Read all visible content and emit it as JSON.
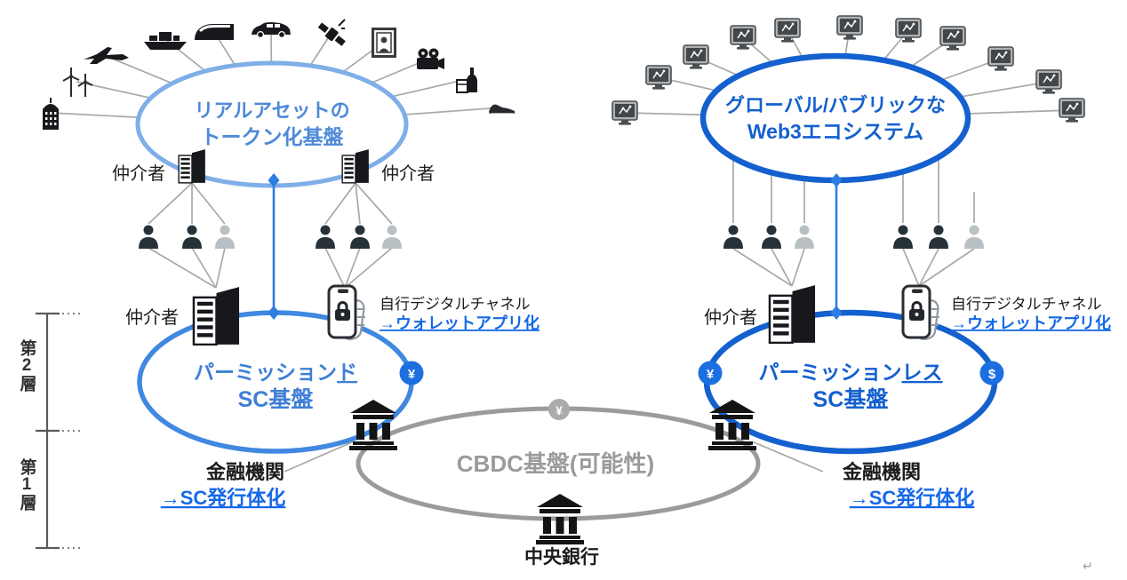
{
  "colors": {
    "light_blue_ellipse": "#7faee8",
    "mid_blue_ellipse": "#4088e0",
    "strong_blue_ellipse": "#1460cf",
    "link_blue": "#1568e8",
    "gray_ellipse": "#9b9b9b",
    "icon_dark": "#17191c",
    "connector_blue": "#2e7de2"
  },
  "ellipses": {
    "real_asset": {
      "line1": "リアルアセットの",
      "line2": "トークン化基盤"
    },
    "web3": {
      "line1": "グローバル/パブリックな",
      "line2": "Web3エコシステム"
    },
    "permissioned": {
      "line1_plain": "パーミッション",
      "line1_em": "ド",
      "line2": "SC基盤"
    },
    "permissionless": {
      "line1_plain": "パーミッション",
      "line1_em": "レス",
      "line2": "SC基盤"
    },
    "cbdc": {
      "title": "CBDC基盤(可能性)"
    }
  },
  "labels": {
    "intermediary": "仲介者",
    "central_bank": "中央銀行",
    "financial_institution": "金融機関",
    "sc_issuance": "→SC発行体化",
    "own_digital_channel": "自行デジタルチャネル",
    "wallet_app": "→ウォレットアプリ化",
    "layer2": "第2層",
    "layer1": "第1層",
    "yen": "¥",
    "dollar": "$",
    "return_mark": "↵"
  },
  "icons": {
    "real_asset_cluster": [
      "city-building-icon",
      "wind-turbine-icon",
      "airplane-icon",
      "cargo-ship-icon",
      "train-icon",
      "car-icon",
      "satellite-icon",
      "painting-icon",
      "movie-camera-icon",
      "wine-icon",
      "sneaker-icon"
    ],
    "web3_cluster": [
      "computer-icon",
      "computer-icon",
      "computer-icon",
      "computer-icon",
      "computer-icon",
      "computer-icon",
      "computer-icon",
      "computer-icon",
      "computer-icon",
      "computer-icon",
      "computer-icon"
    ],
    "other": [
      "office-building-icon",
      "user-icon",
      "smartphone-lock-icon",
      "bank-icon"
    ]
  }
}
